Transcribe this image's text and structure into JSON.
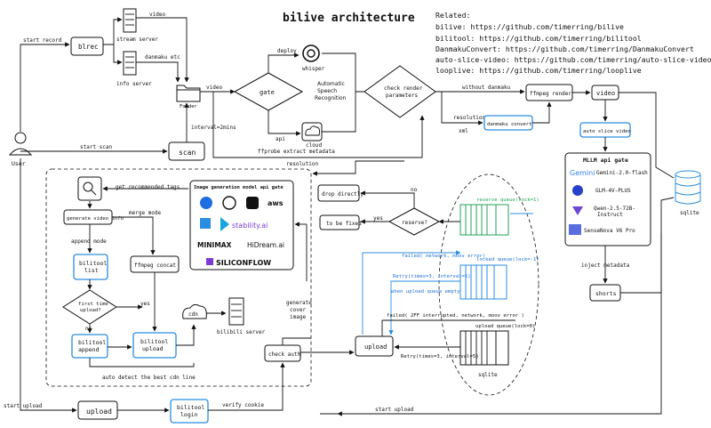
{
  "title": "bilive architecture",
  "related": {
    "heading": "Related:",
    "links": [
      "bilive: https://github.com/timerring/bilive",
      "bilitool: https://github.com/timerring/bilitool",
      "DanmakuConvert: https://github.com/timerring/DanmakuConvert",
      "auto-slice-video: https://github.com/timerring/auto-slice-video",
      "looplive: https://github.com/timerring/looplive"
    ]
  },
  "nodes": {
    "user": "User",
    "blrec": "blrec",
    "stream_server": "stream server",
    "danmaku_etc": "danmaku etc",
    "info_server": "info server",
    "folder": "Folder",
    "scan": "scan",
    "gate": "gate",
    "whisper": "whisper",
    "asr": "Automatic\nSpeech\nRecognition",
    "cloud": "cloud",
    "check_render": "check render\nparameters",
    "ffmpeg_render": "ffmpeg render",
    "video": "video",
    "danmaku_convert": "danmaku convert",
    "auto_slice": "auto slice video",
    "mllm_title": "MLLM api gate",
    "models": [
      "Gemini-2.0-flash",
      "GLM-4V-PLUS",
      "Qwen-2.5-72B-\nInstruct",
      "SenseNova V6 Pro"
    ],
    "sqlite": "sqlite",
    "inject_metadata": "inject metadata",
    "shorts": "shorts",
    "image_gate_title": "Image generation model api gate",
    "image_providers": [
      "aws",
      "stability.ai",
      "MINIMAX",
      "HiDream.ai",
      "SILICONFLOW"
    ],
    "generate_video_info": "generate video info",
    "get_tags": "get recommended tags",
    "append_mode": "append mode",
    "merge_mode": "merge mode",
    "bilitool_list": "bilitool\nlist",
    "ffmpeg_concat": "ffmpeg concat",
    "first_time": "first time\nupload?",
    "no1": "no",
    "yes1": "yes",
    "bilitool_append": "bilitool\nappend",
    "bilitool_upload": "bilitool\nupload",
    "cdn": "cdn",
    "bilibili_server": "bilibili server",
    "auto_detect": "auto detect the best cdn line",
    "gen_cover": "generate\ncover\nimage",
    "check_auth": "check auth",
    "drop_directly": "drop directly",
    "to_be_fixed": "to be fixed",
    "reserve": "reserve?",
    "no2": "no",
    "yes2": "yes",
    "upload": "upload",
    "reserve_queue": "reserve queue(lock=1)",
    "locked_queue": "locked queue(lock=-1)",
    "upload_queue": "upload queue(lock=0)",
    "failed_net": "failed( network, moov error)",
    "retry1": "Retry(times=3, interval=5)",
    "when_empty": "when upload queue empty",
    "failed2": "failed( 2FF interrupted, network, moov error )",
    "retry2": "Retry(times=3, interval=5)",
    "sqlite_bottom": "sqlite",
    "upload_main": "upload",
    "bilitool_login": "bilitool\nlogin"
  },
  "edges": {
    "start_record": "start record",
    "video_top": "video",
    "deploy": "deploy",
    "video_mid": "video",
    "api": "api",
    "interval": "interval=2mins",
    "start_scan": "start scan",
    "ffprobe": "ffprobe extract metadata",
    "without_danmaku": "without danmaku",
    "resolution1": "resolution",
    "xml": "xml",
    "resolution2": "resolution",
    "start_upload": "start upload",
    "verify_cookie": "verify cookie",
    "start_upload2": "start upload"
  },
  "colors": {
    "accent": "#2b8de0",
    "line": "#111111"
  }
}
